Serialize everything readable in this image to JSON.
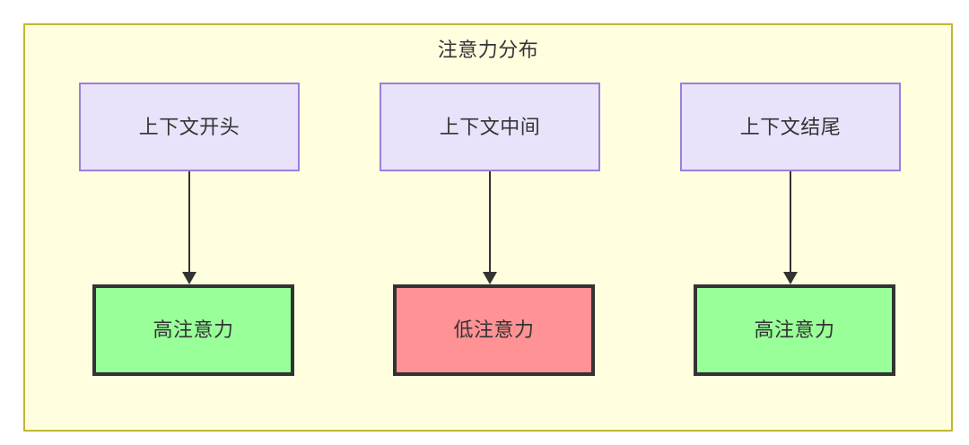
{
  "diagram": {
    "title": "注意力分布",
    "type": "flowchart",
    "colors": {
      "container_fill": "#ffffe0",
      "container_border": "#bfb82e",
      "context_fill": "#e8e3fb",
      "context_border": "#9b7fdb",
      "high_attention_fill": "#99ff99",
      "low_attention_fill": "#ff9294",
      "attention_border": "#333333",
      "text": "#333333",
      "edge": "#333333"
    },
    "context_nodes": [
      {
        "id": "ctx-start",
        "label": "上下文开头"
      },
      {
        "id": "ctx-middle",
        "label": "上下文中间"
      },
      {
        "id": "ctx-end",
        "label": "上下文结尾"
      }
    ],
    "attention_nodes": [
      {
        "id": "attn-high-start",
        "label": "高注意力",
        "level": "high"
      },
      {
        "id": "attn-low-middle",
        "label": "低注意力",
        "level": "low"
      },
      {
        "id": "attn-high-end",
        "label": "高注意力",
        "level": "high"
      }
    ],
    "edges": [
      {
        "from": "ctx-start",
        "to": "attn-high-start",
        "label": ""
      },
      {
        "from": "ctx-middle",
        "to": "attn-low-middle",
        "label": ""
      },
      {
        "from": "ctx-end",
        "to": "attn-high-end",
        "label": ""
      }
    ]
  }
}
